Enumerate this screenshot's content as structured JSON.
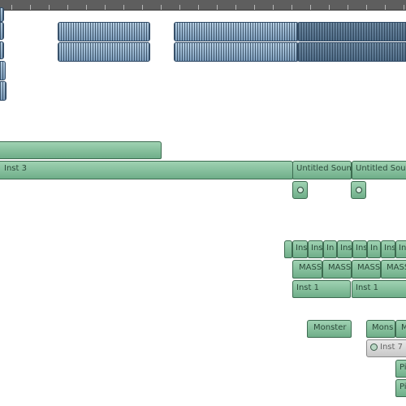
{
  "tracks": {
    "inst3": "Inst 3",
    "untitled_sound": "Untitled Soun",
    "inst_short": "Ins",
    "inst_tiny": "In",
    "inst_cut": "Ins",
    "mass": "MASS",
    "inst1": "Inst 1",
    "monster": "Monster",
    "monster_cut": "Mons",
    "monster_m": "M",
    "inst7": "Inst 7",
    "pi": "Pi"
  },
  "colors": {
    "region_green": "#8cc4a2",
    "region_blue": "#8fb0cd",
    "ruler": "#5e5e5e"
  }
}
